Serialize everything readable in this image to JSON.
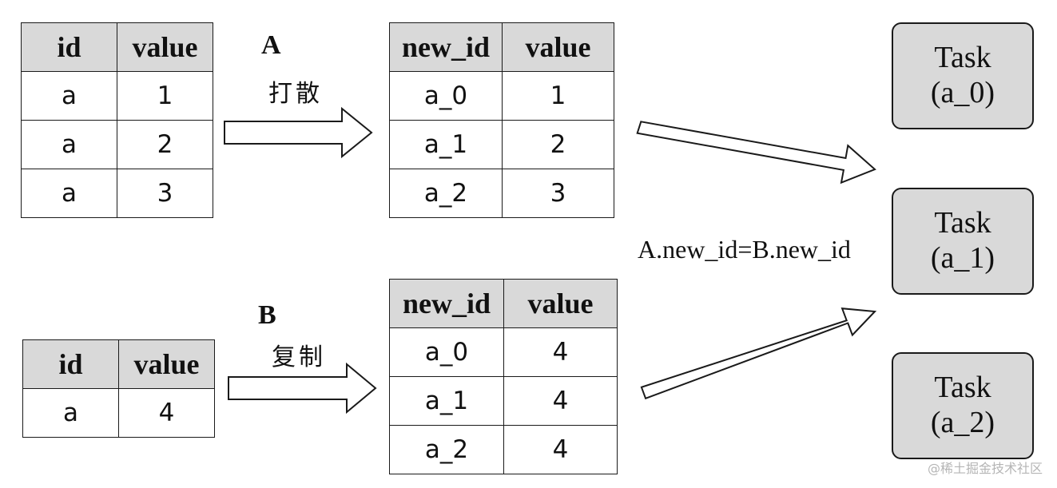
{
  "table_source_a": {
    "headers": [
      "id",
      "value"
    ],
    "rows": [
      [
        "a",
        "1"
      ],
      [
        "a",
        "2"
      ],
      [
        "a",
        "3"
      ]
    ]
  },
  "table_source_b": {
    "headers": [
      "id",
      "value"
    ],
    "rows": [
      [
        "a",
        "4"
      ]
    ]
  },
  "table_result_a": {
    "headers": [
      "new_id",
      "value"
    ],
    "rows": [
      [
        "a_0",
        "1"
      ],
      [
        "a_1",
        "2"
      ],
      [
        "a_2",
        "3"
      ]
    ]
  },
  "table_result_b": {
    "headers": [
      "new_id",
      "value"
    ],
    "rows": [
      [
        "a_0",
        "4"
      ],
      [
        "a_1",
        "4"
      ],
      [
        "a_2",
        "4"
      ]
    ]
  },
  "labels": {
    "a": "A",
    "a_op": "打散",
    "b": "B",
    "b_op": "复制",
    "join": "A.new_id=B.new_id"
  },
  "tasks": [
    {
      "title": "Task",
      "key": "(a_0)"
    },
    {
      "title": "Task",
      "key": "(a_1)"
    },
    {
      "title": "Task",
      "key": "(a_2)"
    }
  ],
  "watermark": "@稀土掘金技术社区"
}
